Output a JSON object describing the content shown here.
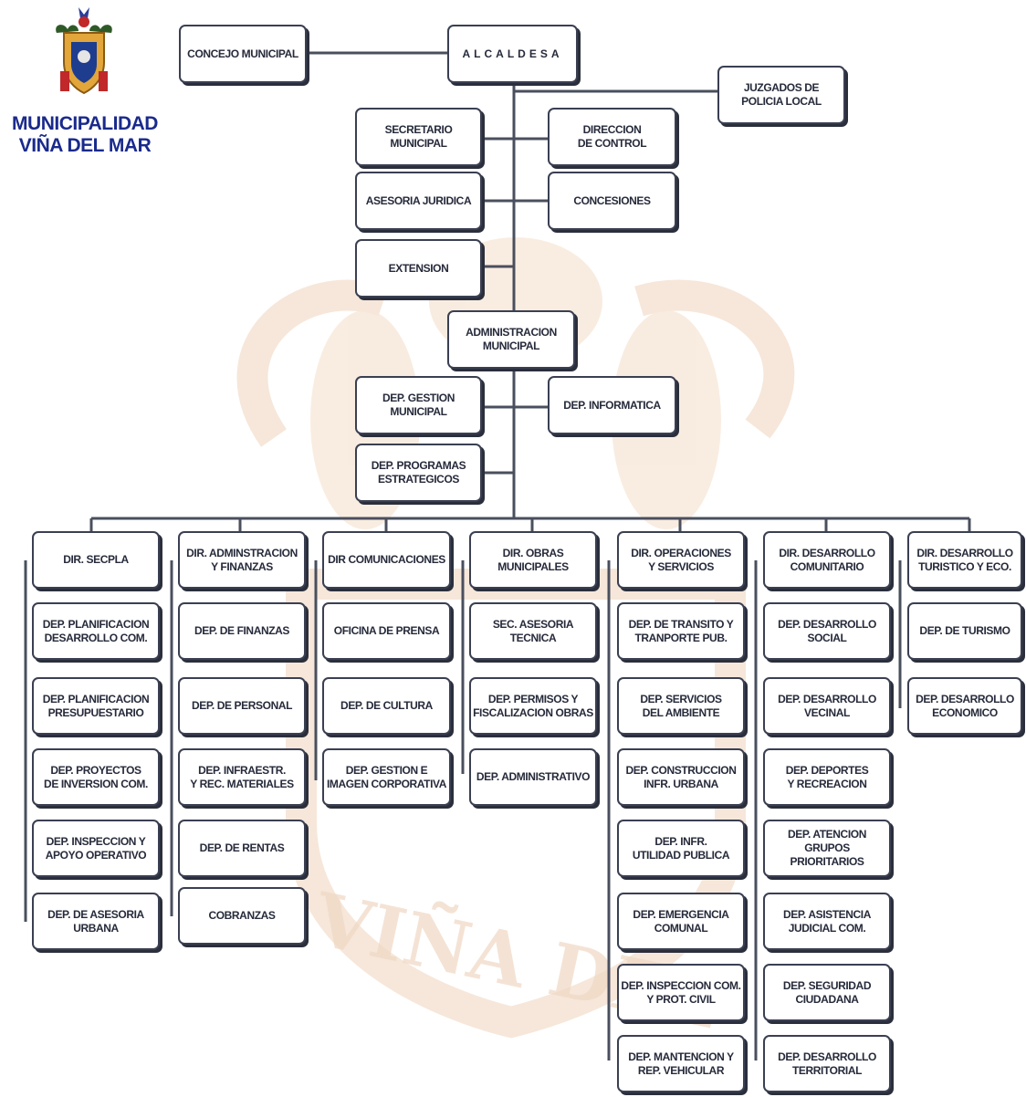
{
  "logo": {
    "line1": "MUNICIPALIDAD",
    "line2": "VIÑA DEL MAR",
    "watermark": "VIÑA DEL",
    "icon": "coat-of-arms-icon"
  },
  "colors": {
    "box_border": "#3a3f52",
    "line": "#4a4f5e",
    "logo_text": "#1a2a8c",
    "watermark": "#f3dcc9"
  },
  "org": {
    "concejo": "CONCEJO MUNICIPAL",
    "alcaldesa": "ALCALDESA",
    "juzgados": "JUZGADOS DE\nPOLICIA LOCAL",
    "secretario": "SECRETARIO\nMUNICIPAL",
    "direccion_control": "DIRECCION\nDE CONTROL",
    "asesoria": "ASESORIA JURIDICA",
    "concesiones": "CONCESIONES",
    "extension": "EXTENSION",
    "administracion": "ADMINISTRACION\nMUNICIPAL",
    "gestion": "DEP. GESTION\nMUNICIPAL",
    "informatica": "DEP. INFORMATICA",
    "programas": "DEP. PROGRAMAS\nESTRATEGICOS"
  },
  "directorates": [
    {
      "name": "DIR. SECPLA",
      "departments": [
        "DEP. PLANIFICACION\nDESARROLLO COM.",
        "DEP. PLANIFICACION\nPRESUPUESTARIO",
        "DEP. PROYECTOS\nDE INVERSION COM.",
        "DEP. INSPECCION Y\nAPOYO OPERATIVO",
        "DEP. DE ASESORIA\nURBANA"
      ]
    },
    {
      "name": "DIR. ADMINSTRACION\nY FINANZAS",
      "departments": [
        "DEP. DE FINANZAS",
        "DEP. DE PERSONAL",
        "DEP. INFRAESTR.\nY REC. MATERIALES",
        "DEP. DE RENTAS",
        "COBRANZAS"
      ]
    },
    {
      "name": "DIR COMUNICACIONES",
      "departments": [
        "OFICINA DE PRENSA",
        "DEP. DE CULTURA",
        "DEP. GESTION E\nIMAGEN CORPORATIVA"
      ]
    },
    {
      "name": "DIR. OBRAS\nMUNICIPALES",
      "departments": [
        "SEC. ASESORIA\nTECNICA",
        "DEP. PERMISOS Y\nFISCALIZACION OBRAS",
        "DEP. ADMINISTRATIVO"
      ]
    },
    {
      "name": "DIR. OPERACIONES\nY SERVICIOS",
      "departments": [
        "DEP. DE TRANSITO Y\nTRANPORTE PUB.",
        "DEP. SERVICIOS\nDEL AMBIENTE",
        "DEP.  CONSTRUCCION\nINFR. URBANA",
        "DEP. INFR.\nUTILIDAD PUBLICA",
        "DEP. EMERGENCIA\nCOMUNAL",
        "DEP. INSPECCION COM.\nY PROT. CIVIL",
        "DEP. MANTENCION Y\nREP. VEHICULAR"
      ]
    },
    {
      "name": "DIR. DESARROLLO\nCOMUNITARIO",
      "departments": [
        "DEP. DESARROLLO\nSOCIAL",
        "DEP. DESARROLLO\nVECINAL",
        "DEP. DEPORTES\nY RECREACION",
        "DEP. ATENCION\nGRUPOS PRIORITARIOS",
        "DEP. ASISTENCIA\nJUDICIAL COM.",
        "DEP. SEGURIDAD\nCIUDADANA",
        "DEP. DESARROLLO\nTERRITORIAL"
      ]
    },
    {
      "name": "DIR. DESARROLLO\nTURISTICO Y ECO.",
      "departments": [
        "DEP. DE TURISMO",
        "DEP. DESARROLLO\nECONOMICO"
      ]
    }
  ]
}
